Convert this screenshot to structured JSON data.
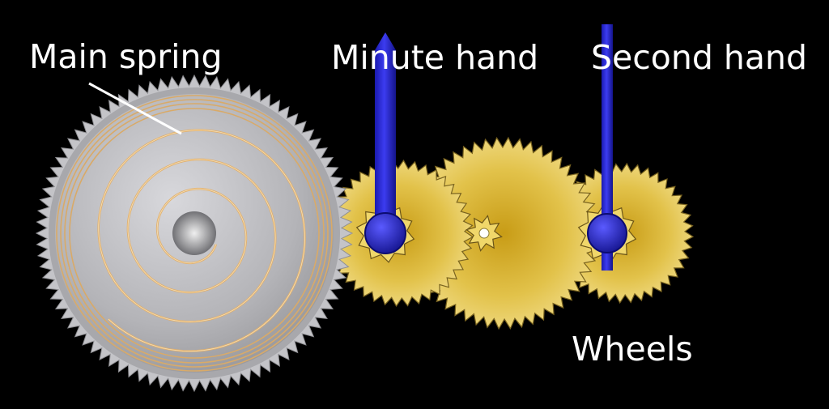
{
  "labels": {
    "main_spring": "Main spring",
    "minute_hand": "Minute hand",
    "second_hand": "Second hand",
    "wheels": "Wheels"
  },
  "colors": {
    "background": "#000000",
    "label_text": "#ffffff",
    "wheel_gold": "#e6c64a",
    "mainspring_disc": "#b8b8bc",
    "spring_coil": "#e0b070",
    "hand_blue": "#2a2ad0"
  }
}
